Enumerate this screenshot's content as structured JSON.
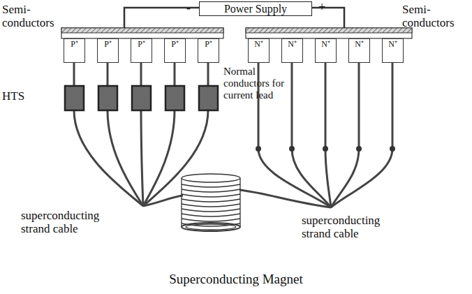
{
  "diagram": {
    "nodes": [
      {
        "text": [
          "Power Supply"
        ]
      },
      {
        "text": [
          "P⁺"
        ]
      },
      {
        "text": [
          "P⁺"
        ]
      },
      {
        "text": [
          "P⁺"
        ]
      },
      {
        "text": [
          "P⁺"
        ]
      },
      {
        "text": [
          "P⁺"
        ]
      },
      {
        "text": [
          "N⁺"
        ]
      },
      {
        "text": [
          "N⁺"
        ]
      },
      {
        "text": [
          "N⁺"
        ]
      },
      {
        "text": [
          "N⁺"
        ]
      },
      {
        "text": [
          "N⁺"
        ]
      },
      {
        "text": [
          "Superconducting Magnet"
        ]
      }
    ],
    "labels": [
      "-",
      "+",
      "Semi- conductors",
      "Semi- conductors",
      "HTS",
      "Normal conductors for current lead",
      "superconducting strand cable",
      "superconducting strand cable"
    ]
  }
}
